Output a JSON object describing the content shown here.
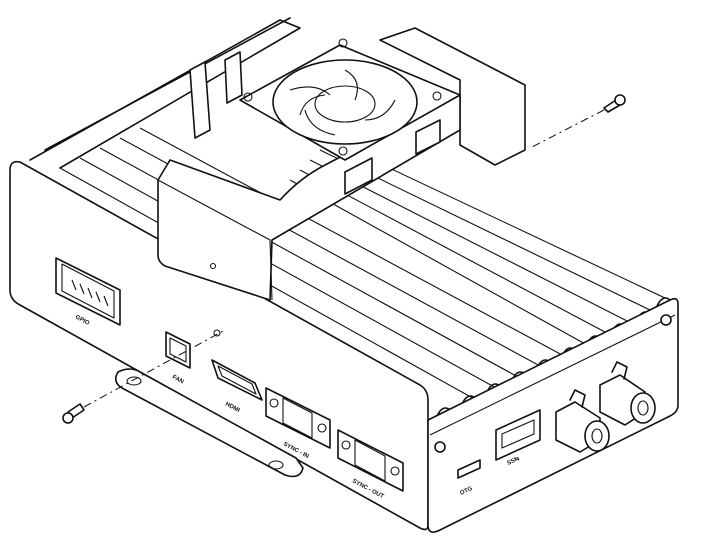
{
  "figure": {
    "type": "isometric exploded assembly line drawing",
    "subject": "fanned aluminum heatsink enclosure with top fan and mounting bracket"
  },
  "ports": {
    "gpio": "GPIO",
    "fan": "FAN",
    "hdmi": "HDMI",
    "sync_in": "SYNC - IN",
    "sync_out": "SYNC - OUT",
    "otg": "OTG",
    "usb": "SS⇆"
  },
  "parts": [
    "fan-module",
    "fan-bracket",
    "heatsink-fins",
    "front-panel",
    "side-panel",
    "mounting-bracket",
    "screw-left",
    "screw-right",
    "bnc-connector-1",
    "bnc-connector-2"
  ],
  "colors": {
    "line": "#111111",
    "background": "#ffffff"
  }
}
